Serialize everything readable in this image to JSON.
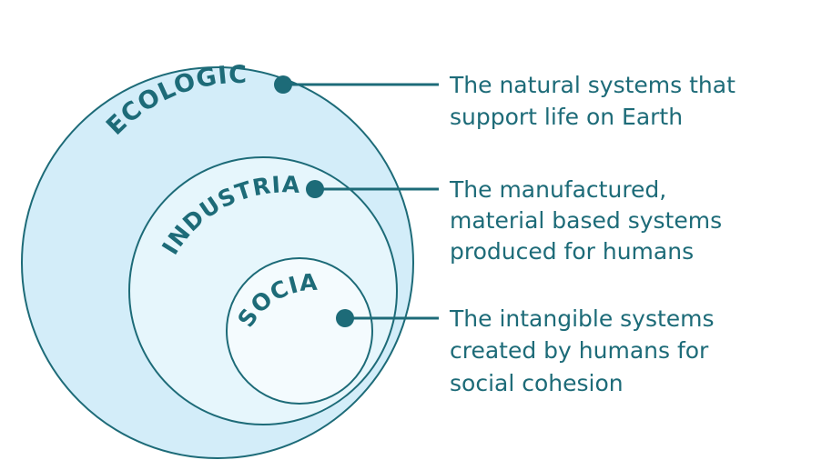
{
  "diagram": {
    "colors": {
      "stroke": "#1d6b78",
      "ecological_fill": "#d3edf9",
      "industrial_fill": "#e6f6fc",
      "social_fill": "#f4fbfe",
      "text": "#1d6b78"
    },
    "layers": [
      {
        "id": "ecological",
        "label": "ECOLOGICAL",
        "description": [
          "The natural systems that",
          "support life on Earth"
        ]
      },
      {
        "id": "industrial",
        "label": "INDUSTRIAL",
        "description": [
          "The manufactured,",
          "material based systems",
          "produced for humans"
        ]
      },
      {
        "id": "social",
        "label": "SOCIAL",
        "description": [
          "The intangible systems",
          "created by humans for",
          "social cohesion"
        ]
      }
    ]
  }
}
